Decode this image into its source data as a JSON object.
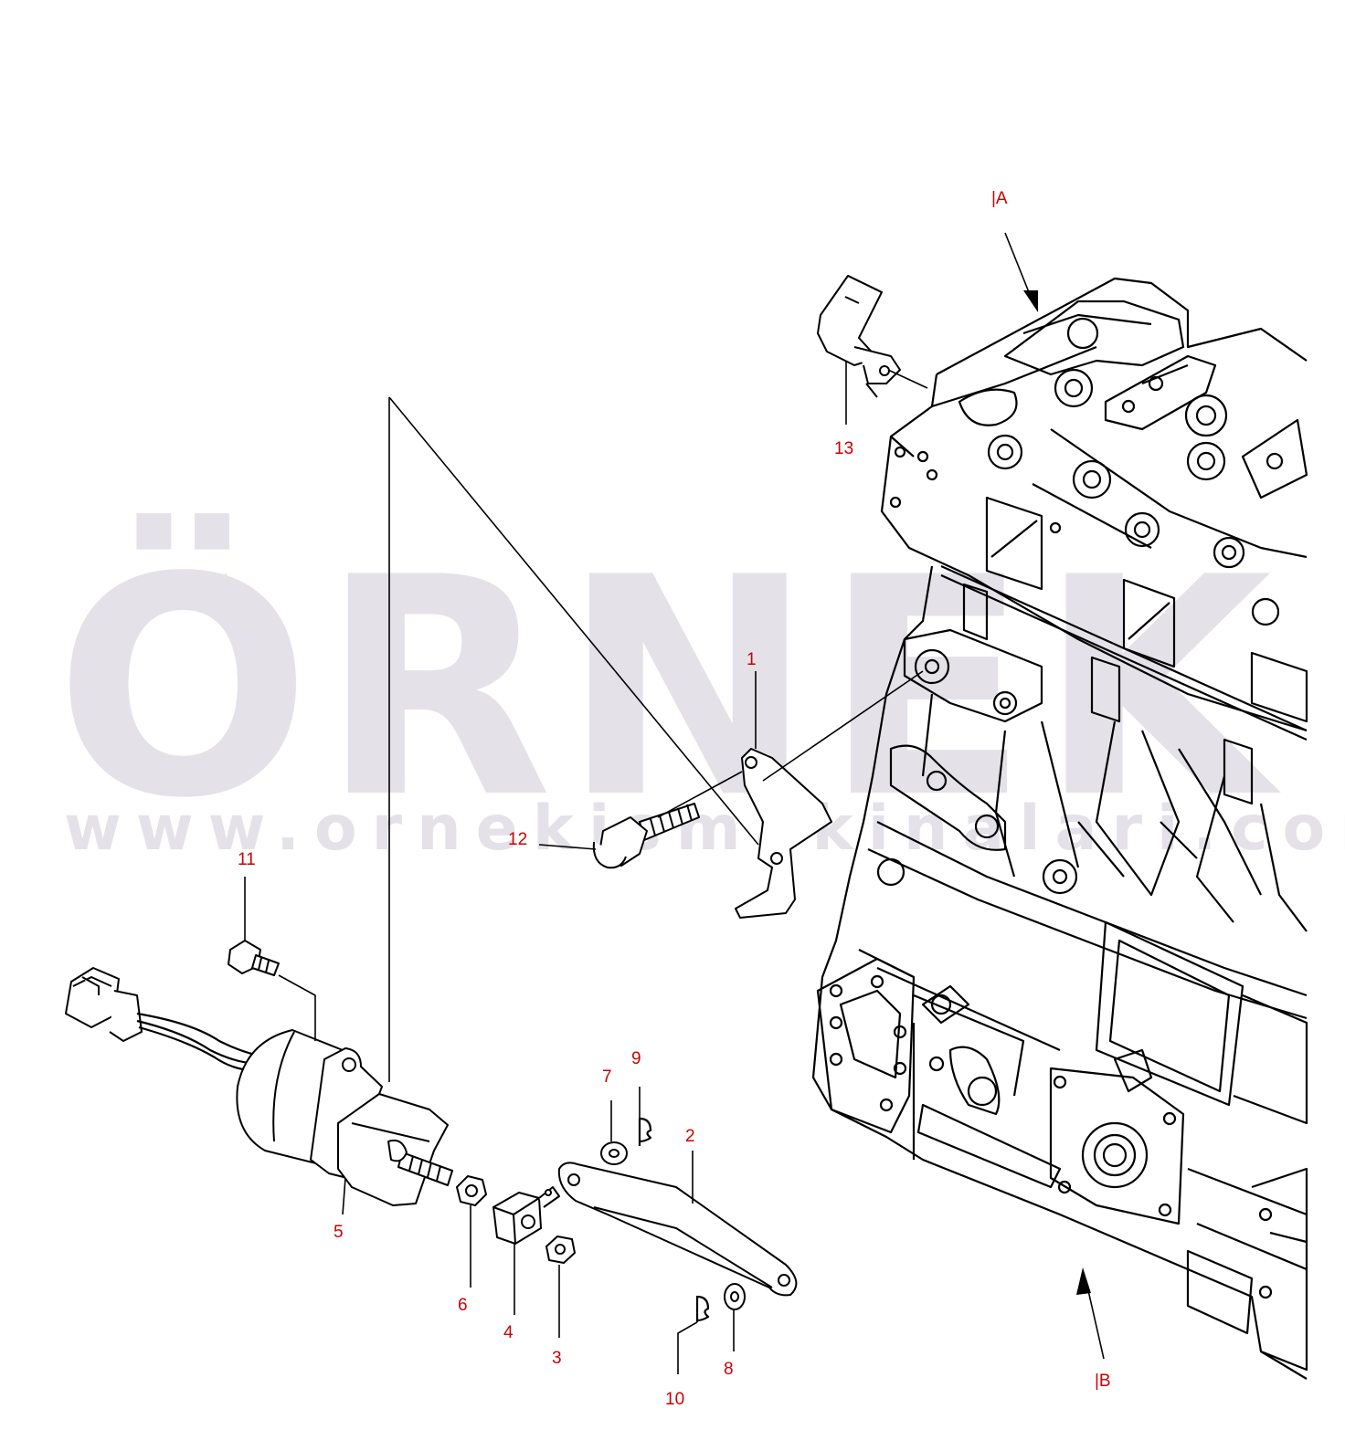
{
  "watermark": {
    "brand": "ÖRNEK",
    "url": "www.ornekismakinalari.com.tr",
    "accent_color": "#f7dd86",
    "text_color": "#e4e2e8"
  },
  "views": {
    "a": "|A",
    "b": "|B"
  },
  "callouts": [
    {
      "id": "1",
      "label": "1"
    },
    {
      "id": "2",
      "label": "2"
    },
    {
      "id": "3",
      "label": "3"
    },
    {
      "id": "4",
      "label": "4"
    },
    {
      "id": "5",
      "label": "5"
    },
    {
      "id": "6",
      "label": "6"
    },
    {
      "id": "7",
      "label": "7"
    },
    {
      "id": "8",
      "label": "8"
    },
    {
      "id": "9",
      "label": "9"
    },
    {
      "id": "10",
      "label": "10"
    },
    {
      "id": "11",
      "label": "11"
    },
    {
      "id": "12",
      "label": "12"
    },
    {
      "id": "13",
      "label": "13"
    }
  ],
  "callout_color": "#cc0000"
}
